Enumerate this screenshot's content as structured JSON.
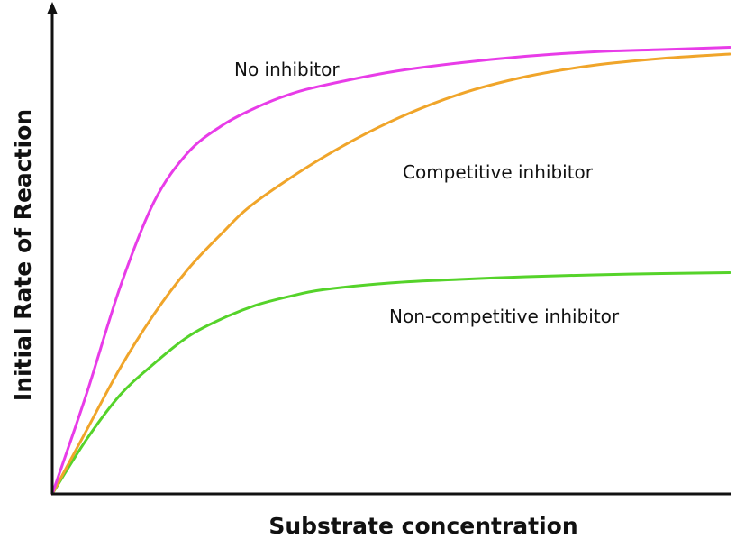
{
  "chart_data": {
    "type": "line",
    "title": "",
    "xlabel": "Substrate concentration",
    "ylabel": "Initial Rate of Reaction",
    "xlim": [
      0,
      100
    ],
    "ylim": [
      0,
      100
    ],
    "grid": false,
    "legend": "none",
    "series": [
      {
        "name": "No inhibitor",
        "color": "#e83ce8",
        "x": [
          0,
          5,
          10,
          15,
          20,
          25,
          30,
          35,
          40,
          50,
          60,
          70,
          80,
          90,
          100
        ],
        "y": [
          0,
          22,
          46,
          65,
          76,
          82,
          86,
          89,
          91,
          94,
          96,
          97.5,
          98.5,
          99,
          99.5
        ]
      },
      {
        "name": "Competitive inhibitor",
        "color": "#f0a52a",
        "x": [
          0,
          5,
          10,
          15,
          20,
          25,
          30,
          40,
          50,
          60,
          70,
          80,
          90,
          100
        ],
        "y": [
          0,
          14,
          28,
          40,
          50,
          58,
          65,
          75,
          83,
          89,
          93,
          95.5,
          97,
          98
        ]
      },
      {
        "name": "Non-competitive inhibitor",
        "color": "#55d32a",
        "x": [
          0,
          5,
          10,
          15,
          20,
          25,
          30,
          35,
          40,
          50,
          60,
          70,
          80,
          90,
          100
        ],
        "y": [
          0,
          12,
          22,
          29,
          35,
          39,
          42,
          44,
          45.5,
          47,
          47.8,
          48.4,
          48.8,
          49.1,
          49.3
        ]
      }
    ]
  }
}
